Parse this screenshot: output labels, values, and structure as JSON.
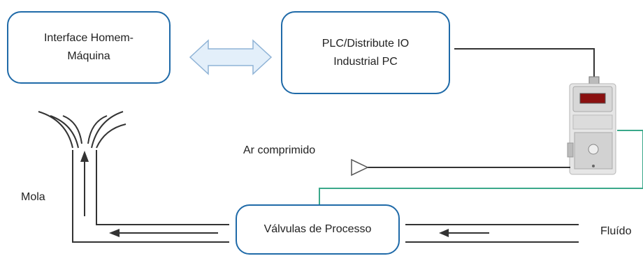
{
  "nodes": {
    "hmi": {
      "line1": "Interface Homem-",
      "line2": "Máquina"
    },
    "plc": {
      "line1": "PLC/Distribute IO",
      "line2": "Industrial PC"
    },
    "valves": {
      "label": "Válvulas de Processo"
    }
  },
  "labels": {
    "air": "Ar comprimido",
    "spring": "Mola",
    "fluid": "Fluído"
  },
  "device": {
    "description": "positioner device icon"
  },
  "colors": {
    "box_border": "#1f6aa8",
    "arrow_fill": "#e3effa",
    "arrow_stroke": "#8fb3d6",
    "signal_line": "#3aa88a",
    "line": "#222222"
  }
}
